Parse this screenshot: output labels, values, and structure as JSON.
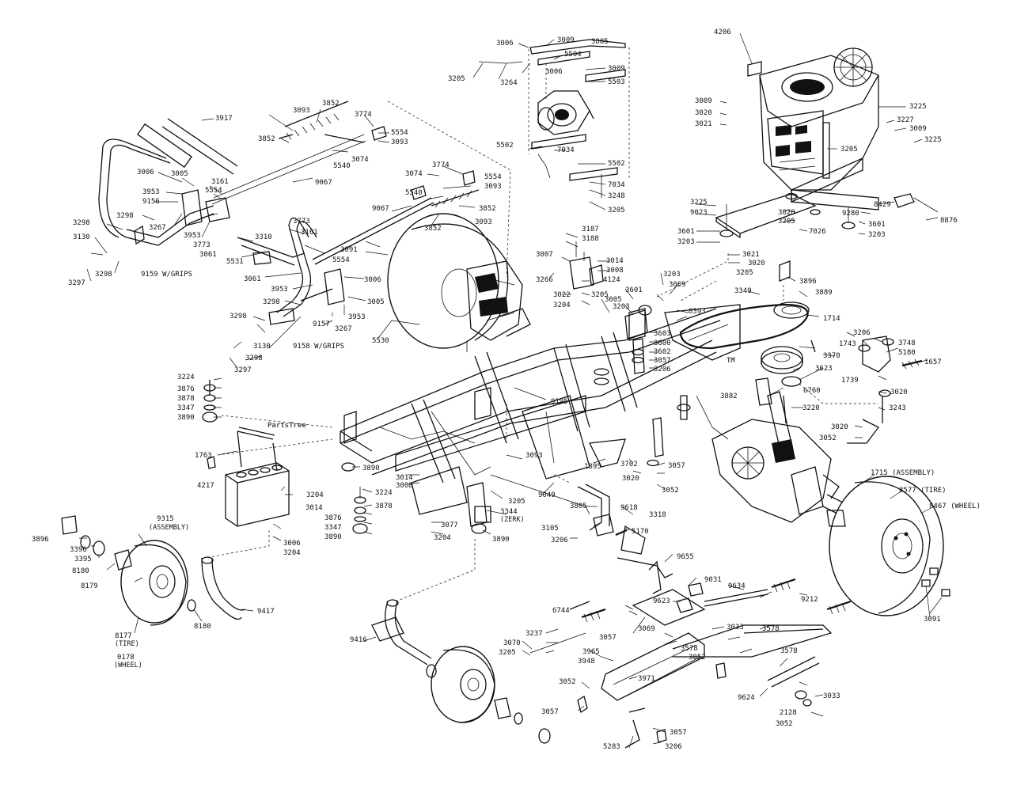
{
  "watermark": {
    "text": "PartsTree",
    "tm": "TM"
  },
  "labels": {
    "p3006a": "3006",
    "p3009a": "3009",
    "p3885": "3885",
    "p5504": "5504",
    "p3205a": "3205",
    "p3264": "3264",
    "p3006b": "3006",
    "p3009b": "3009",
    "p5503": "5503",
    "p5502a": "5502",
    "p7034a": "7034",
    "p5502b": "5502",
    "p7034b": "7034",
    "p3248a": "3248",
    "p3205b": "3205",
    "p4206": "4206",
    "p3009c": "3009",
    "p3020a": "3020",
    "p3021a": "3021",
    "p3225a": "3225",
    "p3227": "3227",
    "p3009d": "3009",
    "p3225b": "3225",
    "p3205c": "3205",
    "p8429": "8429",
    "p9280": "9280",
    "p8876": "8876",
    "p3601a": "3601",
    "p3203a": "3203",
    "p3020b": "3020",
    "p3205d": "3205",
    "p7026": "7026",
    "p3225c": "3225",
    "p9023": "9023",
    "p3601b": "3601",
    "p3203b": "3203",
    "p3021b": "3021",
    "p3020c": "3020",
    "p3205e": "3205",
    "p3896a": "3896",
    "p3917": "3917",
    "p3093a": "3093",
    "p3852a": "3852",
    "p3774a": "3774",
    "p5554a": "5554",
    "p3093b": "3093",
    "p3852b": "3852",
    "p3074a": "3074",
    "p5540a": "5540",
    "p3006c": "3006",
    "p3005a": "3005",
    "p3161a": "3161",
    "p5554b": "5554",
    "p9067a": "9067",
    "p3953a": "3953",
    "p9156": "9156",
    "p3298a": "3298",
    "p3298b": "3298",
    "p3267a": "3267",
    "p3953b": "3953",
    "p3773a": "3773",
    "p3061a": "3061",
    "p3310": "3310",
    "p3130a": "3130",
    "p3298c": "3298",
    "p3297a": "3297",
    "p9159": "9159 W/GRIPS",
    "p5531": "5531",
    "p3074b": "3074",
    "p3774b": "3774",
    "p5554c": "5554",
    "p3093c": "3093",
    "p5540b": "5540",
    "p3852c": "3852",
    "p3093d": "3093",
    "p9067b": "9067",
    "p3852d": "3852",
    "p3773b": "3773",
    "p3161b": "3161",
    "p3091a": "3091",
    "p5554d": "5554",
    "p3061b": "3061",
    "p3953c": "3953",
    "p3006d": "3006",
    "p3005b": "3005",
    "p3298d": "3298",
    "p3953d": "3953",
    "p9157": "9157",
    "p3267b": "3267",
    "p3298e": "3298",
    "p3130b": "3130",
    "p9158": "9158 W/GRIPS",
    "p3298f": "3298",
    "p3297b": "3297",
    "p5530": "5530",
    "p3187": "3187",
    "p3188": "3188",
    "p3007": "3007",
    "p3014a": "3014",
    "p3008a": "3008",
    "p3266": "3266",
    "p4124": "4124",
    "p3022": "3022",
    "p3205f": "3205",
    "p3204a": "3204",
    "p3005c": "3005",
    "p3203c": "3203",
    "p3601c": "3601",
    "p3009e": "3009",
    "p3203d": "3203",
    "p8393": "8393",
    "p3349": "3349",
    "p3889": "3889",
    "p1714": "1714",
    "p3206a": "3206",
    "p3748": "3748",
    "p1743": "1743",
    "p5180": "5180",
    "p3370": "3370",
    "p1657": "1657",
    "p3623": "3623",
    "p1739": "1739",
    "p3020d": "3020",
    "p3603": "3603",
    "p3600": "3600",
    "p3602": "3602",
    "p3057a": "3057",
    "p3206b": "3206",
    "p6760": "6760",
    "p3882": "3882",
    "p3220": "3220",
    "p3243": "3243",
    "p3020e": "3020",
    "p3052a": "3052",
    "p3224a": "3224",
    "p3876a": "3876",
    "p3878a": "3878",
    "p3347a": "3347",
    "p3890a": "3890",
    "p9195": "9195",
    "p1763": "1763",
    "p3890b": "3890",
    "p3093e": "3093",
    "p4217": "4217",
    "p3014b": "3014",
    "p3204b": "3204",
    "p3224b": "3224",
    "p3014c": "3014",
    "p3008b": "3008",
    "p3878b": "3878",
    "p3876b": "3876",
    "p3347b": "3347",
    "p3890c": "3890",
    "p3006e": "3006",
    "p3204c": "3204",
    "p3205g": "3205",
    "p3344": "3344",
    "p3344note": "(ZERK)",
    "p3077": "3077",
    "p3204d": "3204",
    "p3890d": "3890",
    "p9049": "9049",
    "p3805": "3805",
    "p9618": "9618",
    "p3318": "3318",
    "p3105": "3105",
    "p5170": "5170",
    "p3206c": "3206",
    "p1895": "1895",
    "p3020f": "3020",
    "p3702": "3702",
    "p3057b": "3057",
    "p3052b": "3052",
    "p3896b": "3896",
    "p3396": "3396",
    "p3395": "3395",
    "p8180": "8180",
    "p8179": "8179",
    "p9315": "9315",
    "p9315note": "(ASSEMBLY)",
    "p8177": "8177",
    "p8177note": "(TIRE)",
    "p8180b": "8180",
    "p0178": "0178",
    "p0178note": "(WHEEL)",
    "p9417": "9417",
    "p1715": "1715 (ASSEMBLY)",
    "p8577": "8577 (TIRE)",
    "p8467": "8467 (WHEEL)",
    "p3091b": "3091",
    "p9655": "9655",
    "p9031": "9031",
    "p9634": "9634",
    "p9623": "9623",
    "p9212": "9212",
    "p6744": "6744",
    "p3237": "3237",
    "p3070": "3070",
    "p3205h": "3205",
    "p3057c": "3057",
    "p3069": "3069",
    "p3033a": "3033",
    "p3578a": "3578",
    "p3578b": "3578",
    "p3052c": "3052",
    "p3965": "3965",
    "p3948": "3948",
    "p3971": "3971",
    "p3052d": "3052",
    "p3057d": "3057",
    "p3578c": "3578",
    "p9624": "9624",
    "p2128": "2128",
    "p3033b": "3033",
    "p3052e": "3052",
    "p5283": "5283",
    "p3057e": "3057",
    "p3206d": "3206",
    "p9416": "9416"
  }
}
